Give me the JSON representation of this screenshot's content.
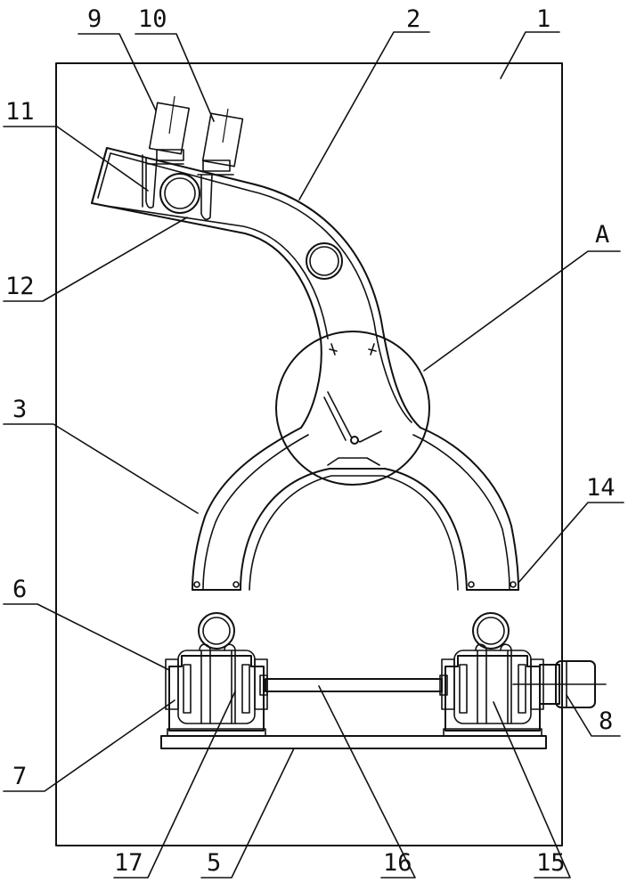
{
  "figure": {
    "labels": [
      {
        "key": "frame",
        "text": "1"
      },
      {
        "key": "upper-curved-chute",
        "text": "2"
      },
      {
        "key": "forked-chute",
        "text": "3"
      },
      {
        "key": "base-plate",
        "text": "5"
      },
      {
        "key": "left-bracket",
        "text": "6"
      },
      {
        "key": "left-bearing",
        "text": "7"
      },
      {
        "key": "motor",
        "text": "8"
      },
      {
        "key": "cylinder-9",
        "text": "9"
      },
      {
        "key": "cylinder-10",
        "text": "10"
      },
      {
        "key": "guide-slot",
        "text": "11"
      },
      {
        "key": "inlet-pipe",
        "text": "12"
      },
      {
        "key": "end-pin",
        "text": "14"
      },
      {
        "key": "right-roller",
        "text": "15"
      },
      {
        "key": "drive-shaft",
        "text": "16"
      },
      {
        "key": "left-roller",
        "text": "17"
      },
      {
        "key": "detail-circle",
        "text": "A"
      }
    ]
  }
}
